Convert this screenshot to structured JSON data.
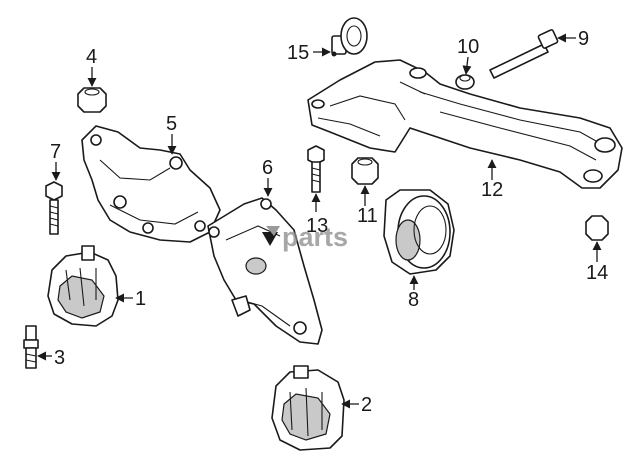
{
  "diagram": {
    "callouts": [
      "1",
      "2",
      "3",
      "4",
      "5",
      "6",
      "7",
      "8",
      "9",
      "10",
      "11",
      "12",
      "13",
      "14",
      "15"
    ]
  },
  "watermark": {
    "text": "parts",
    "accent_color": "#8a8a8a"
  },
  "colors": {
    "line": "#1a1a1a",
    "fill": "#ffffff",
    "shade": "#c9c9c9"
  }
}
